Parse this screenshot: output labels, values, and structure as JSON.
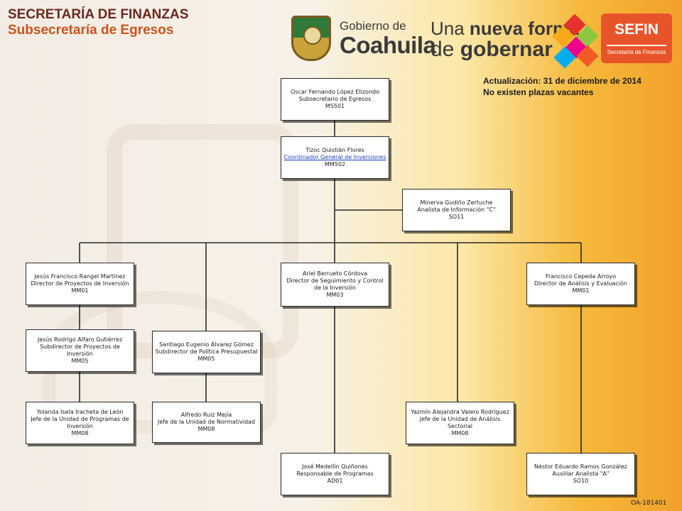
{
  "header": {
    "title": "SECRETARÍA DE FINANZAS",
    "subtitle": "Subsecretaría de Egresos"
  },
  "logos": {
    "gobierno_small": "Gobierno de",
    "gobierno_big": "Coahuila",
    "slogan_line1_a": "Una ",
    "slogan_line1_b": "nueva forma",
    "slogan_line2_a": "de ",
    "slogan_line2_b": "gobernar",
    "sefin_name": "SEFIN",
    "sefin_sub": "Secretaría de Finanzas",
    "shield_icon": "coahuila-shield-icon",
    "diamond_colors": [
      "#e5322d",
      "#8dc63f",
      "#f7a81b",
      "#ec008c",
      "#00aeef",
      "#f15a24"
    ]
  },
  "update": {
    "line1": "Actualización: 31  de diciembre de 2014",
    "line2": "No existen plazas vacantes"
  },
  "nodes": {
    "n1": {
      "name": "Oscar Fernando López Elizondo",
      "title": "Subsecretario de Egresos",
      "code": "MS501"
    },
    "n2": {
      "name": "Tizoc Quistián Flores",
      "title": "Coordinador General de Inversiones",
      "code": "MM502"
    },
    "n3": {
      "name": "Minerva Gudiño Zertuche",
      "title": "Analista de Información \"C\"",
      "code": "SO11"
    },
    "n4": {
      "name": "Jesús Francisco Rangel Martínez",
      "title": "Director de Proyectos de Inversión",
      "code": "MM01"
    },
    "n5": {
      "name": "Ariel Berrueto Córdova",
      "title": "Director de Seguimiento y Control de la Inversión",
      "code": "MM03"
    },
    "n6": {
      "name": "Francisco Cepeda Arroyo",
      "title": "Director de Análisis  y Evaluación",
      "code": "MM01"
    },
    "n7": {
      "name": "Jesús Rodrigo Alfaro Gutiérrez",
      "title": "Subdirector de Proyectos de Inversión",
      "code": "MM05"
    },
    "n8": {
      "name": "Santiago Eugenio Álvarez Gómez",
      "title": "Subdirector de Política Presupuestal",
      "code": "MM05"
    },
    "n9": {
      "name": "Yolanda Isela Iracheta de León",
      "title": "Jefe de la Unidad de Programas de Inversión",
      "code": "MM08"
    },
    "n10": {
      "name": "Alfredo Ruiz Mejía",
      "title": "Jefe de la Unidad de Normatividad",
      "code": "MM08"
    },
    "n11": {
      "name": "Yazmín Alejandra Valero Rodríguez",
      "title": "Jefe de la Unidad de Análisis Sectorial",
      "code": "MM08"
    },
    "n12": {
      "name": "José Medellín Quiñones",
      "title": "Responsable de Programas",
      "code": "AD01"
    },
    "n13": {
      "name": "Néstor Eduardo Ramos González",
      "title": "Auxiliar Analista \"A\"",
      "code": "SO10"
    }
  },
  "footer_code": "OA-181401"
}
